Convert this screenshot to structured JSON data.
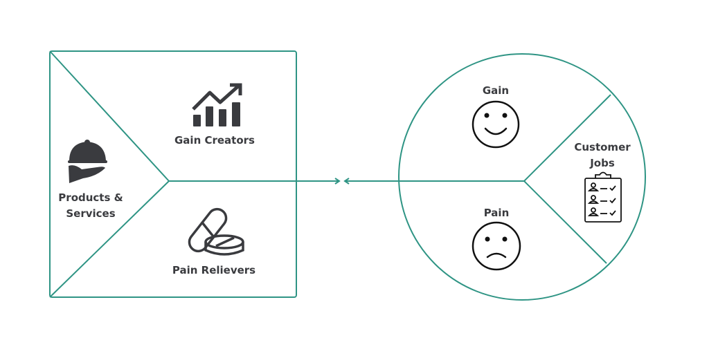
{
  "value_map": {
    "products_services": [
      "Products &",
      "Services"
    ],
    "gain_creators": "Gain Creators",
    "pain_relievers": "Pain Relievers"
  },
  "customer_profile": {
    "gain": "Gain",
    "pain": "Pain",
    "customer_jobs": [
      "Customer",
      "Jobs"
    ]
  },
  "colors": {
    "accent": "#2e9484",
    "icon": "#3a3b3f"
  }
}
